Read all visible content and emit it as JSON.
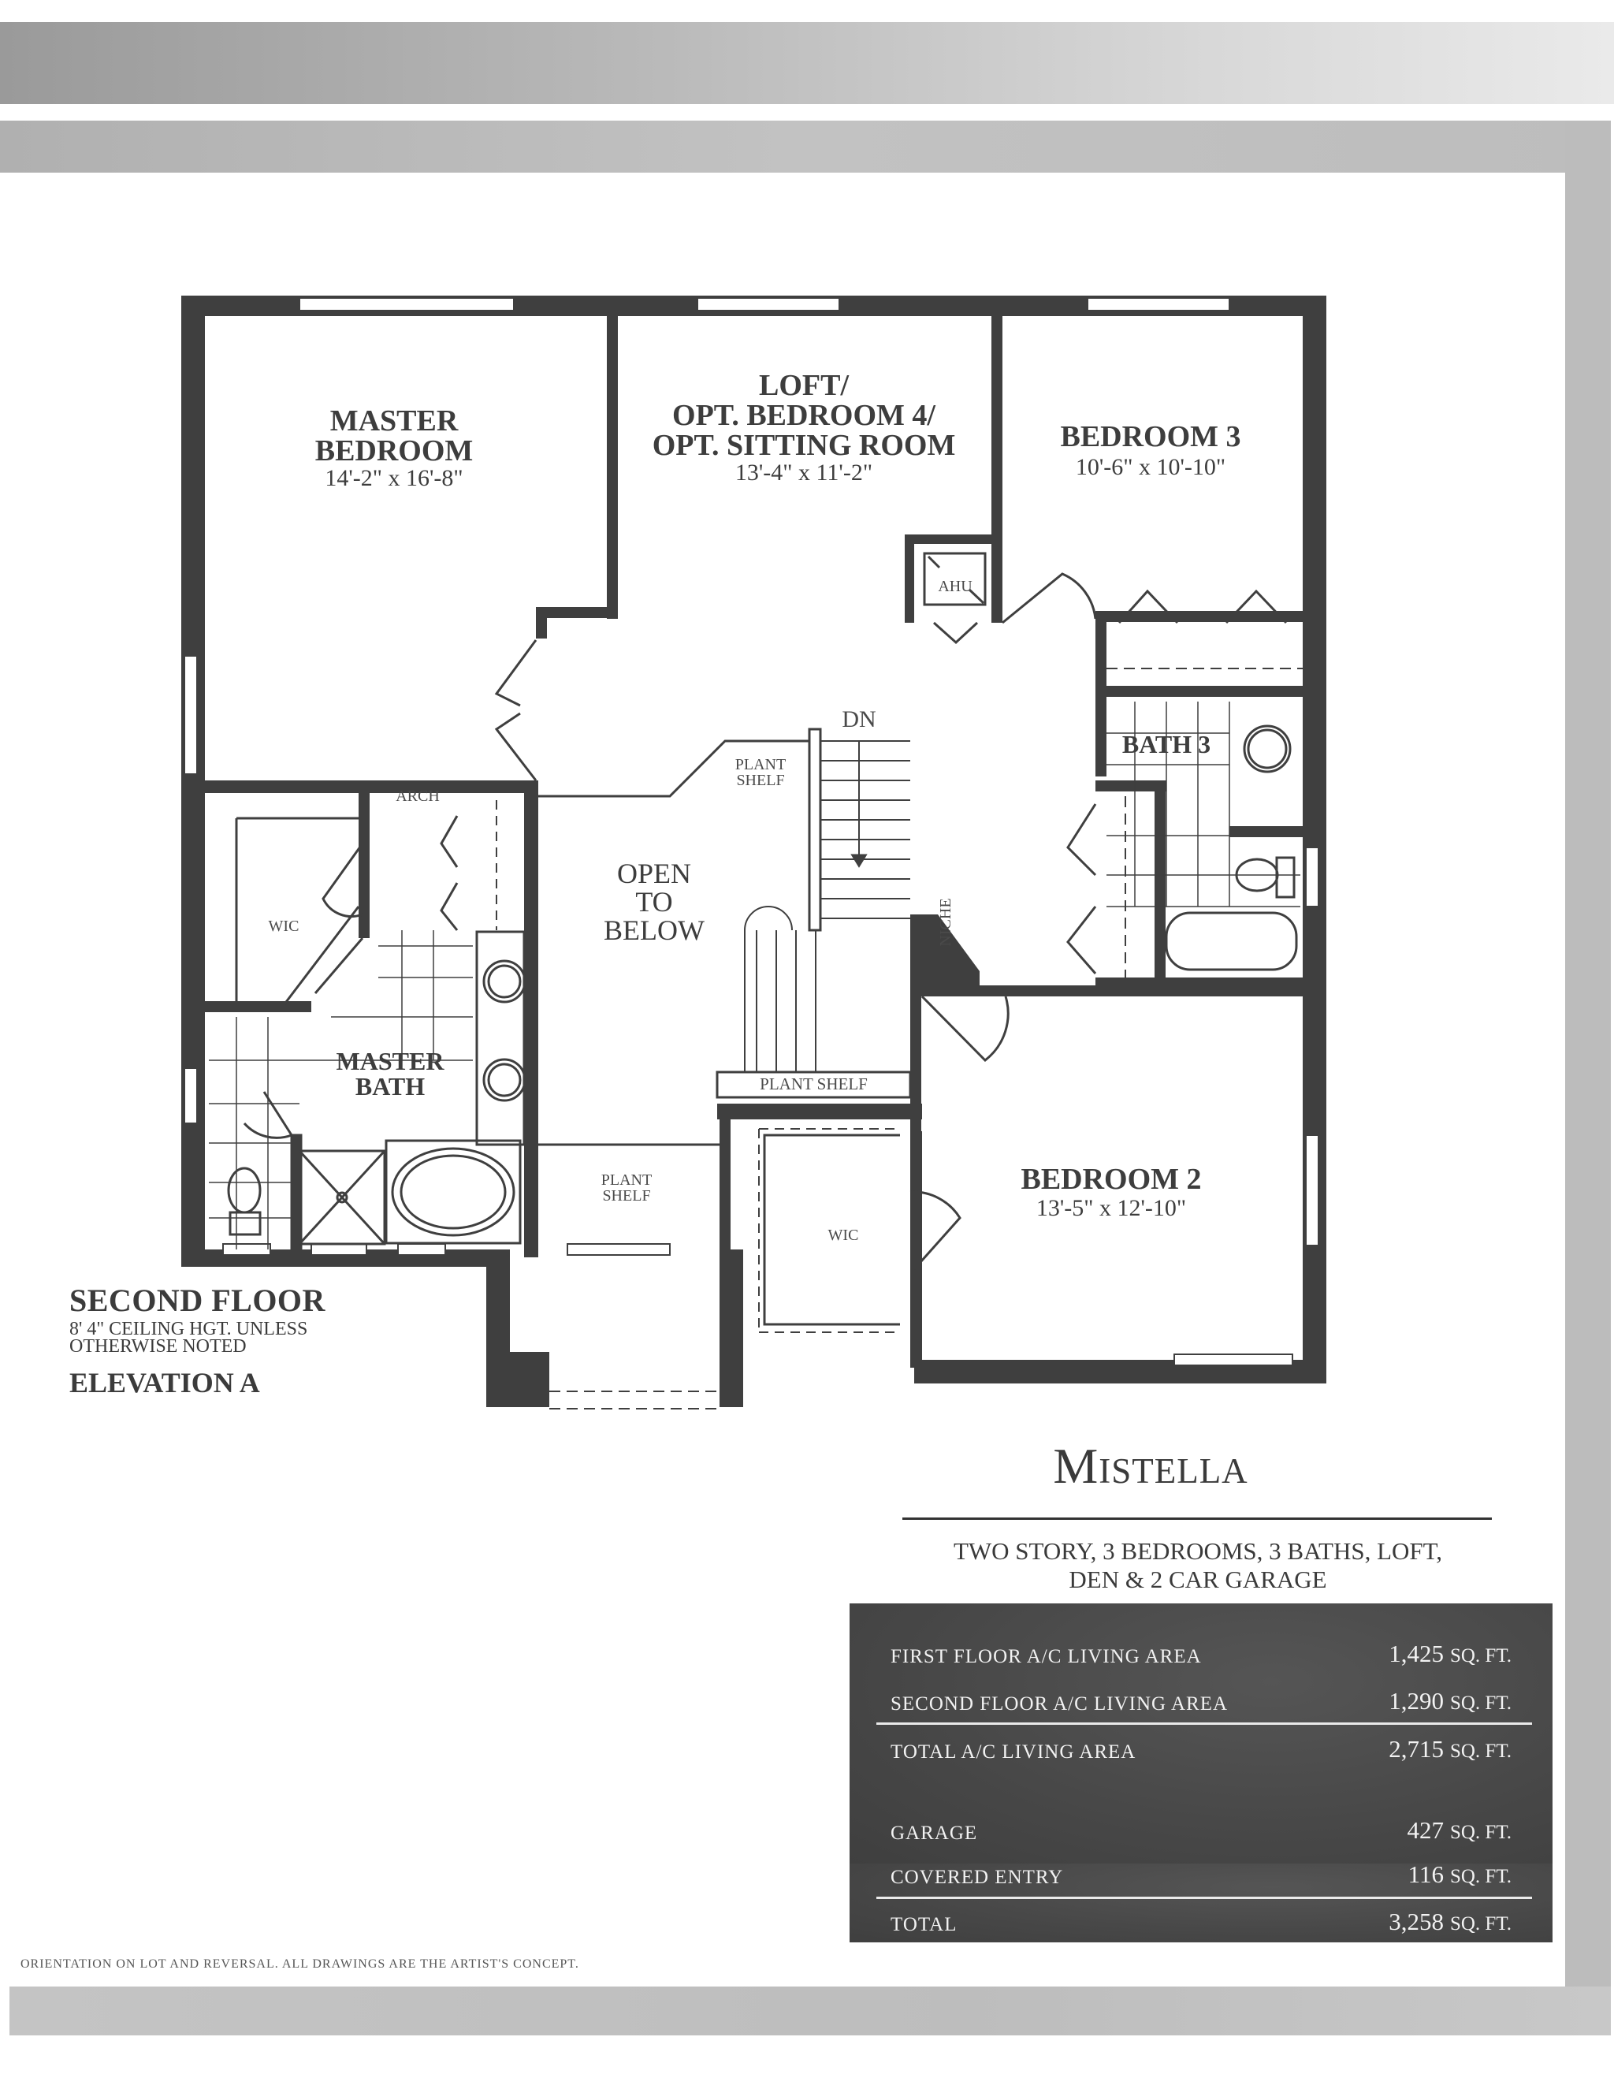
{
  "plan": {
    "rooms": [
      {
        "name": "MASTER\nBEDROOM",
        "lines": [
          "MASTER",
          "BEDROOM"
        ],
        "dimensions": "14'-2\" x 16'-8\""
      },
      {
        "name": "LOFT/ OPT. BEDROOM 4/ OPT. SITTING ROOM",
        "lines": [
          "LOFT/",
          "OPT. BEDROOM 4/",
          "OPT. SITTING ROOM"
        ],
        "dimensions": "13'-4\" x 11'-2\""
      },
      {
        "name": "BEDROOM 3",
        "lines": [
          "BEDROOM 3"
        ],
        "dimensions": "10'-6\" x 10'-10\""
      },
      {
        "name": "BEDROOM 2",
        "lines": [
          "BEDROOM 2"
        ],
        "dimensions": "13'-5\" x 12'-10\""
      },
      {
        "name": "MASTER BATH",
        "lines": [
          "MASTER",
          "BATH"
        ]
      },
      {
        "name": "BATH 3",
        "lines": [
          "BATH 3"
        ]
      },
      {
        "name": "OPEN TO BELOW",
        "lines": [
          "OPEN",
          "TO",
          "BELOW"
        ]
      }
    ],
    "labels": {
      "ahu": "AHU",
      "dn": "DN",
      "arch": "ARCH",
      "wic": "WIC",
      "niche": "NICHE",
      "plant_shelf": "PLANT SHELF",
      "plant_shelf_l1": "PLANT",
      "plant_shelf_l2": "SHELF"
    }
  },
  "floor_info": {
    "title": "SECOND FLOOR",
    "note_line1": "8' 4\" CEILING HGT. UNLESS",
    "note_line2": "OTHERWISE NOTED",
    "elevation": "ELEVATION A"
  },
  "model": {
    "name": "Mistella",
    "description_line1": "TWO STORY, 3 BEDROOMS, 3 BATHS, LOFT,",
    "description_line2": "DEN & 2 CAR GARAGE"
  },
  "area_table": {
    "unit": "SQ. FT.",
    "rows": [
      {
        "label": "FIRST FLOOR A/C LIVING AREA",
        "value": "1,425"
      },
      {
        "label": "SECOND FLOOR A/C LIVING AREA",
        "value": "1,290"
      },
      {
        "label": "TOTAL A/C LIVING AREA",
        "value": "2,715"
      },
      {
        "label": "GARAGE",
        "value": "427"
      },
      {
        "label": "COVERED ENTRY",
        "value": "116"
      },
      {
        "label": "TOTAL",
        "value": "3,258"
      }
    ]
  },
  "footer": {
    "disclaimer": "ORIENTATION ON LOT AND REVERSAL. ALL DRAWINGS ARE THE ARTIST'S CONCEPT."
  },
  "colors": {
    "wall": "#3f3f3f",
    "band": "#bcbcbc",
    "area_box": "#4a4a4a"
  }
}
